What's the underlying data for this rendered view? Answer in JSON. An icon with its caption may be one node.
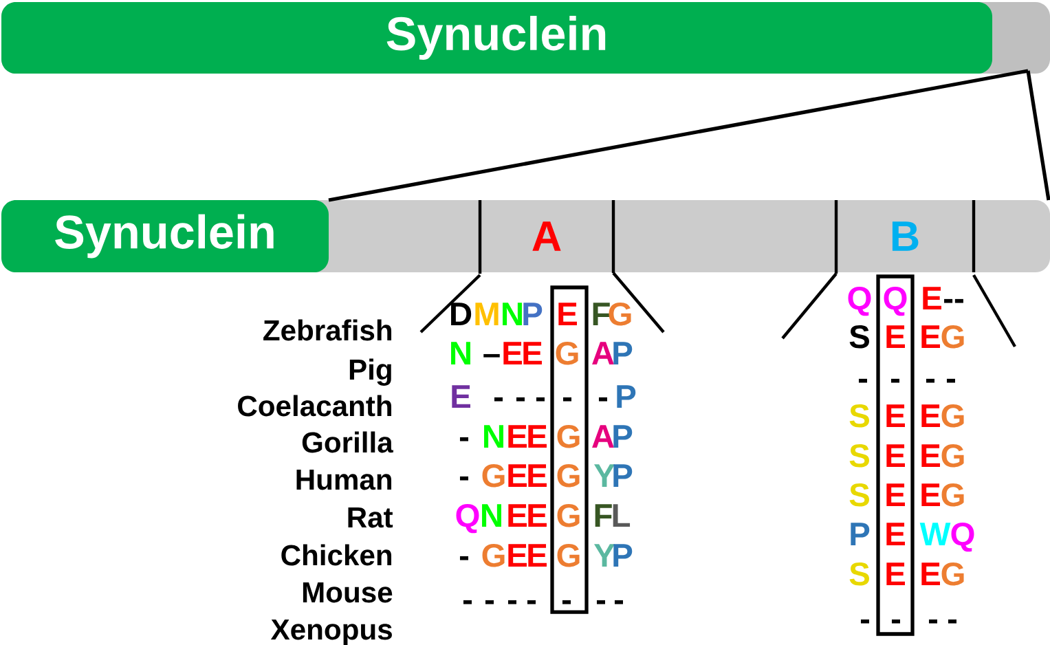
{
  "diagram": {
    "nodes": [
      {
        "text": [
          "Synuclein"
        ]
      },
      {
        "text": [
          "Synuclein"
        ]
      },
      {
        "text": [
          "A"
        ]
      },
      {
        "text": [
          "B"
        ]
      }
    ],
    "labels": [
      "Zebrafish",
      "Pig",
      "Coelacanth",
      "Gorilla",
      "Human",
      "Rat",
      "Chicken",
      "Mouse",
      "Xenopus",
      "D",
      "M",
      "N",
      "P",
      "E",
      "F",
      "G",
      "N",
      "–",
      "E",
      "E",
      "G",
      "A",
      "P",
      "E",
      "-",
      "-",
      "-",
      "-",
      "-",
      "P",
      "-",
      "N",
      "E",
      "E",
      "G",
      "A",
      "P",
      "-",
      "G",
      "E",
      "E",
      "G",
      "Y",
      "P",
      "Q",
      "N",
      "E",
      "E",
      "G",
      "F",
      "L",
      "-",
      "G",
      "E",
      "E",
      "G",
      "Y",
      "P",
      "-",
      "-",
      "-",
      "-",
      "-",
      "-",
      "-",
      "Q",
      "Q",
      "E",
      "--",
      "S",
      "E",
      "E",
      "G",
      "-",
      "-",
      "-",
      "-",
      "S",
      "E",
      "E",
      "G",
      "S",
      "E",
      "E",
      "G",
      "S",
      "E",
      "E",
      "G",
      "P",
      "E",
      "W",
      "Q",
      "S",
      "E",
      "E",
      "G",
      "-",
      "-",
      "-",
      "-"
    ]
  }
}
